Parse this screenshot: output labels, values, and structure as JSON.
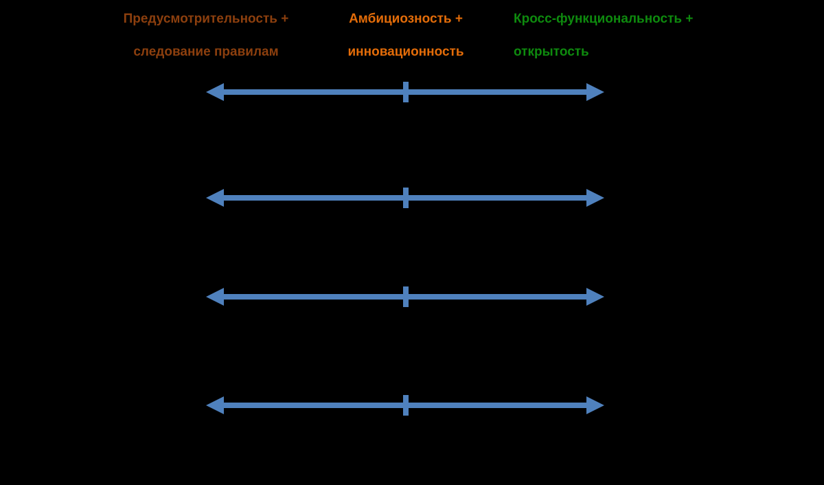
{
  "background_color": "#000000",
  "headers": [
    {
      "id": "prudence",
      "line1": "Предусмотрительность +",
      "line2": "следование правилам",
      "color": "#8C3F0E"
    },
    {
      "id": "ambition",
      "line1": "Амбициозность +",
      "line2": "инновационность",
      "color": "#E36C09"
    },
    {
      "id": "cross-functionality",
      "line1": "Кросс-функциональность +",
      "line2": "открытость",
      "color": "#0E8A0E"
    }
  ],
  "scales": {
    "arrow_color": "#4F81BD",
    "row_count": 4,
    "description_visible_labels": ""
  }
}
